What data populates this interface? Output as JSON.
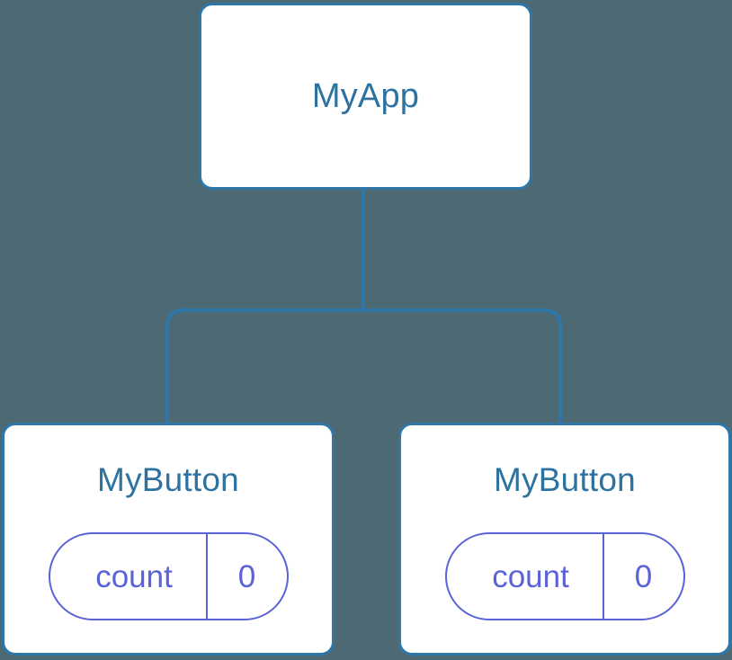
{
  "diagram": {
    "type": "component-tree",
    "background_color": "#4d6a74",
    "node_border_color": "#2e77a8",
    "node_fill_color": "#ffffff",
    "node_title_color": "#2e72a0",
    "pill_color": "#5b62d8",
    "connector_color": "#2e77a8"
  },
  "root": {
    "title": "MyApp"
  },
  "children": [
    {
      "title": "MyButton",
      "state": {
        "key": "count",
        "value": "0"
      }
    },
    {
      "title": "MyButton",
      "state": {
        "key": "count",
        "value": "0"
      }
    }
  ]
}
